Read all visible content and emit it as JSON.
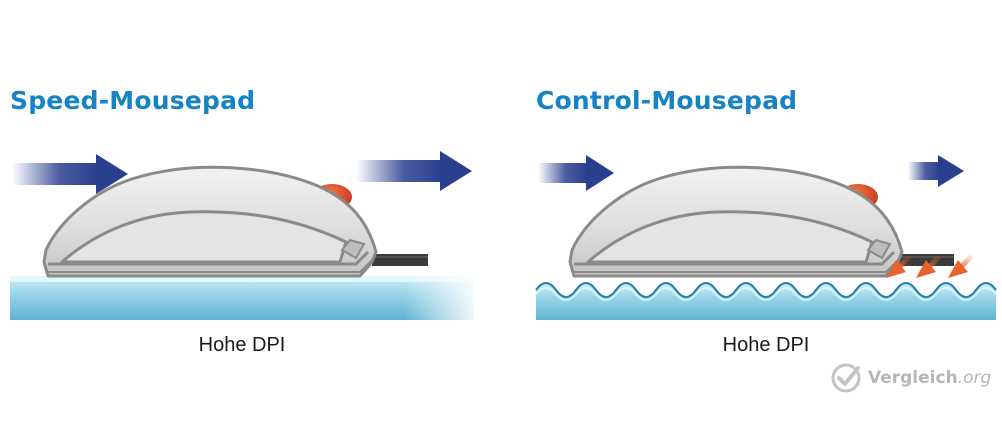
{
  "left_panel": {
    "title": "Speed-Mousepad",
    "caption": "Hohe DPI"
  },
  "right_panel": {
    "title": "Control-Mousepad",
    "caption": "Hohe DPI"
  },
  "watermark": {
    "name": "Vergleich",
    "tld": ".org",
    "icon": "check-circle-icon"
  },
  "colors": {
    "title_blue": "#1583c4",
    "arrow_blue": "#2b3f8f",
    "mouse_grey": "#d9d9d9",
    "mouse_outline": "#8a8a8a",
    "wheel_red": "#d8401c",
    "pad_blue": "#8fd0e4",
    "friction_orange": "#e8632e"
  }
}
